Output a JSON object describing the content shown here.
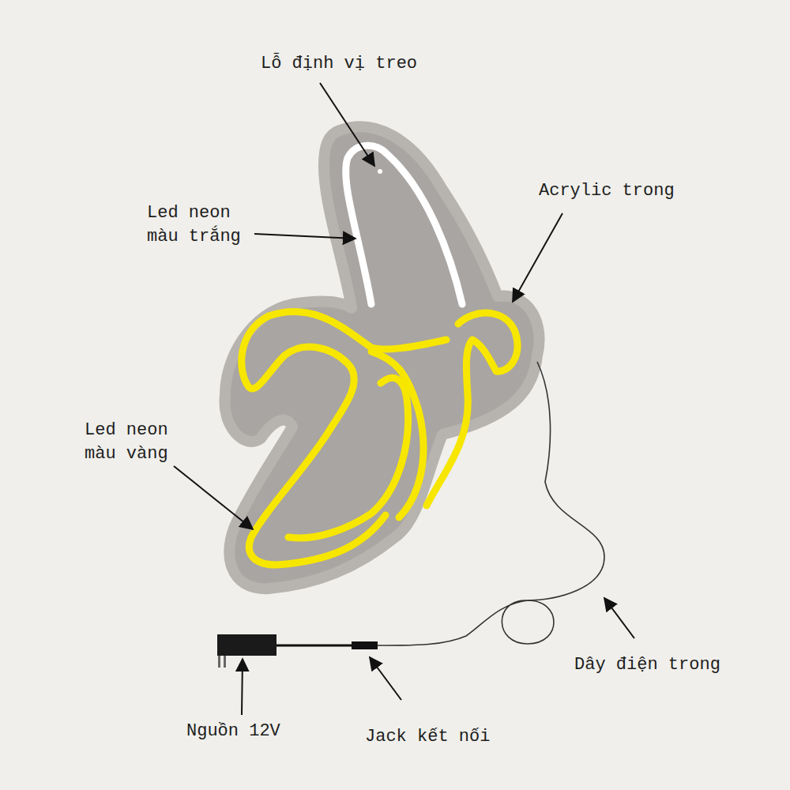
{
  "diagram": {
    "labels": [
      "Lỗ định vị treo",
      "Led neon màu trắng",
      "Acrylic trong",
      "Led neon màu vàng",
      "Dây điện trong",
      "Nguồn 12V",
      "Jack kết nối"
    ]
  }
}
